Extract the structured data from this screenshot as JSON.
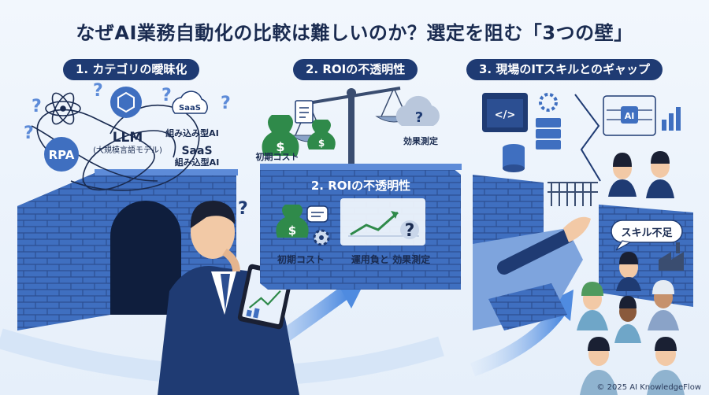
{
  "title": "なぜAI業務自動化の比較は難しいのか？選定を阻む「3つの壁」",
  "sections": [
    {
      "label": "1. カテゴリの曖昧化"
    },
    {
      "label": "2. ROIの不透明性"
    },
    {
      "label": "3. 現場のITスキルとのギャップ"
    }
  ],
  "panel1": {
    "saas_badge": "SaaS",
    "rpa": "RPA",
    "llm": "LLM",
    "llm_sub": "(大規模言語モデル)",
    "embedded_ai": "組み込み型AI",
    "saas_title": "SaaS",
    "saas_sub": "組み込型AI"
  },
  "panel2": {
    "initial_cost_top": "初期コスト",
    "effect_top": "効果測定",
    "wall_title": "2. ROIの不透明性",
    "initial_cost": "初期コスト",
    "operation_effect": "運用負と 効果測定",
    "currency": "$"
  },
  "panel3": {
    "ai_chip": "AI",
    "skill_bubble": "スキル不足"
  },
  "copyright": "© 2025 AI KnowledgeFlow",
  "colors": {
    "navy": "#1f3b73",
    "brick": "#3f6fc0",
    "green": "#2f8a4a",
    "background": "#eaf1fb"
  }
}
